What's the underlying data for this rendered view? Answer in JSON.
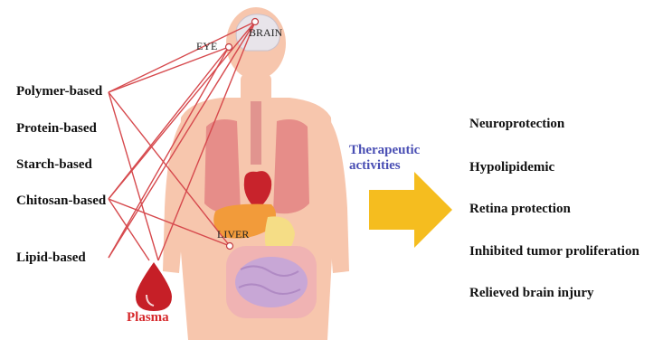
{
  "organs": {
    "brain": "BRAIN",
    "eye": "EYE",
    "liver": "LIVER"
  },
  "carriers": [
    "Polymer-based",
    "Protein-based",
    "Starch-based",
    "Chitosan-based",
    "Lipid-based"
  ],
  "plasma_label": "Plasma",
  "arrow_label_line1": "Therapeutic",
  "arrow_label_line2": "activities",
  "activities": [
    "Neuroprotection",
    "Hypolipidemic",
    "Retina protection",
    "Inhibited tumor proliferation",
    "Relieved brain injury"
  ],
  "colors": {
    "arrow": "#f5bd1f",
    "arrow_label": "#4a4fb4",
    "plasma": "#d6282b",
    "lines": "#d6494d",
    "skin": "#f6c2a8"
  }
}
